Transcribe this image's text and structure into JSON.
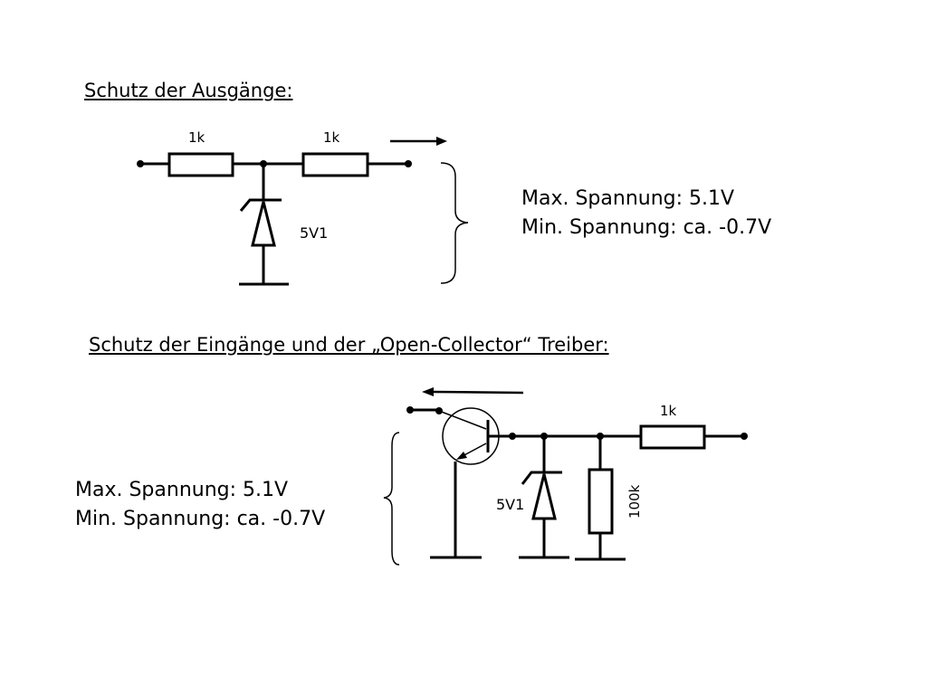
{
  "section_outputs": {
    "title": "Schutz der Ausgänge:",
    "resistor_1_label": "1k",
    "resistor_2_label": "1k",
    "zener_label": "5V1",
    "max_voltage": "Max. Spannung: 5.1V",
    "min_voltage": "Min. Spannung: ca. -0.7V"
  },
  "section_inputs": {
    "title": "Schutz der Eingänge und der „Open-Collector“ Treiber:",
    "resistor_label": "1k",
    "zener_label": "5V1",
    "pulldown_label": "100k",
    "max_voltage": "Max. Spannung: 5.1V",
    "min_voltage": "Min. Spannung: ca. -0.7V"
  },
  "colors": {
    "ink": "#000000",
    "background": "#ffffff"
  }
}
